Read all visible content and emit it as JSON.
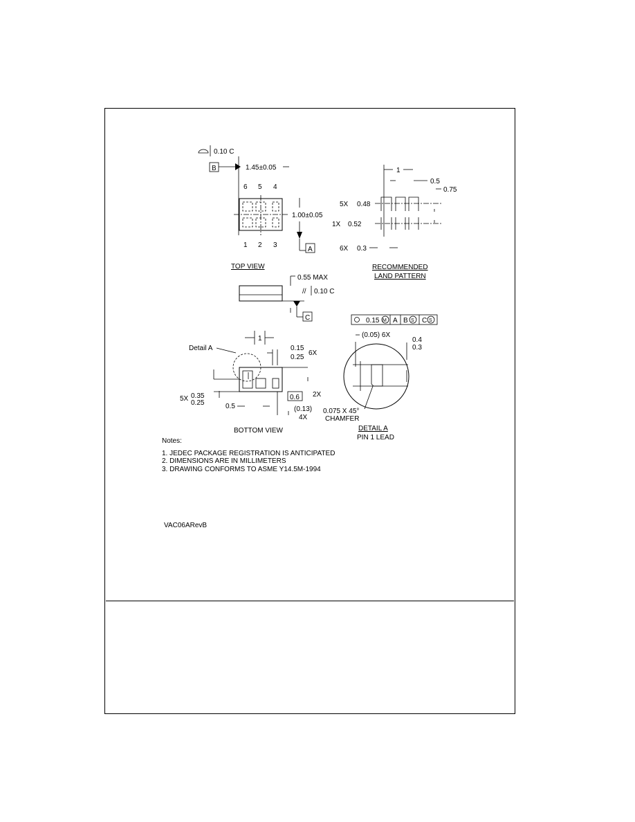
{
  "top_view": {
    "title": "TOP VIEW",
    "flatness": "0.10  C",
    "datum_b": "B",
    "datum_a": "A",
    "length_dim": "1.45±0.05",
    "width_dim": "1.00±0.05",
    "pins_top": [
      "6",
      "5",
      "4"
    ],
    "pins_bottom": [
      "1",
      "2",
      "3"
    ]
  },
  "land_pattern": {
    "title_line1": "RECOMMENDED",
    "title_line2": "LAND PATTERN",
    "dim_1": "1",
    "dim_05": "0.5",
    "dim_075": "0.75",
    "row1_count": "5X",
    "row1_value": "0.48",
    "row2_count": "1X",
    "row2_value": "0.52",
    "row3_count": "6X",
    "row3_value": "0.3"
  },
  "side_view": {
    "max_height": "0.55 MAX",
    "parallelism": "0.10  C",
    "datum_c": "C"
  },
  "feature_control": {
    "symbol": "⊕",
    "tolerance": "0.15",
    "modifier_m": "M",
    "datum_a": "A",
    "datum_b": "B",
    "modifier_b": "S",
    "datum_c": "C",
    "modifier_c": "S"
  },
  "bottom_view": {
    "title": "BOTTOM VIEW",
    "detail_label": "Detail A",
    "center_mark": "1",
    "pad_width_max": "0.15",
    "pad_width_min": "0.25",
    "pad_width_count": "6X",
    "pad_len_count": "5X",
    "pad_len_max": "0.35",
    "pad_len_min": "0.25",
    "pitch": "0.5",
    "box_value": "0.6",
    "box_count": "2X",
    "ref_value": "(0.13)",
    "ref_count": "4X"
  },
  "detail_a": {
    "title": "DETAIL A",
    "subtitle": "PIN 1 LEAD",
    "ref_dim": "(0.05) 6X",
    "dim_max": "0.4",
    "dim_min": "0.3",
    "chamfer_line1": "0.075 X 45°",
    "chamfer_line2": "CHAMFER"
  },
  "notes": {
    "heading": "Notes:",
    "items": [
      "1. JEDEC PACKAGE REGISTRATION IS ANTICIPATED",
      "2. DIMENSIONS ARE IN MILLIMETERS",
      "3. DRAWING CONFORMS TO ASME Y14.5M-1994"
    ]
  },
  "drawing_id": "VAC06ARevB"
}
